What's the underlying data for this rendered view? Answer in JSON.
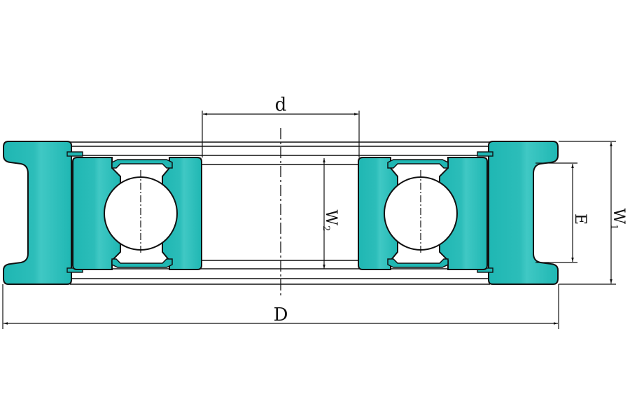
{
  "diagram": {
    "type": "bearing-roller-cross-section",
    "colors": {
      "fill": "#1fb7b3",
      "fill_highlight": "#3cc6c2",
      "outline": "#111111",
      "background": "#ffffff"
    },
    "dimensions": {
      "bore": {
        "label": "d"
      },
      "outer_diameter": {
        "label": "D"
      },
      "width_total": {
        "label": "W",
        "subscript": "1"
      },
      "groove_width": {
        "label": "E"
      },
      "inner_width": {
        "label": "W",
        "subscript": "2"
      }
    }
  }
}
